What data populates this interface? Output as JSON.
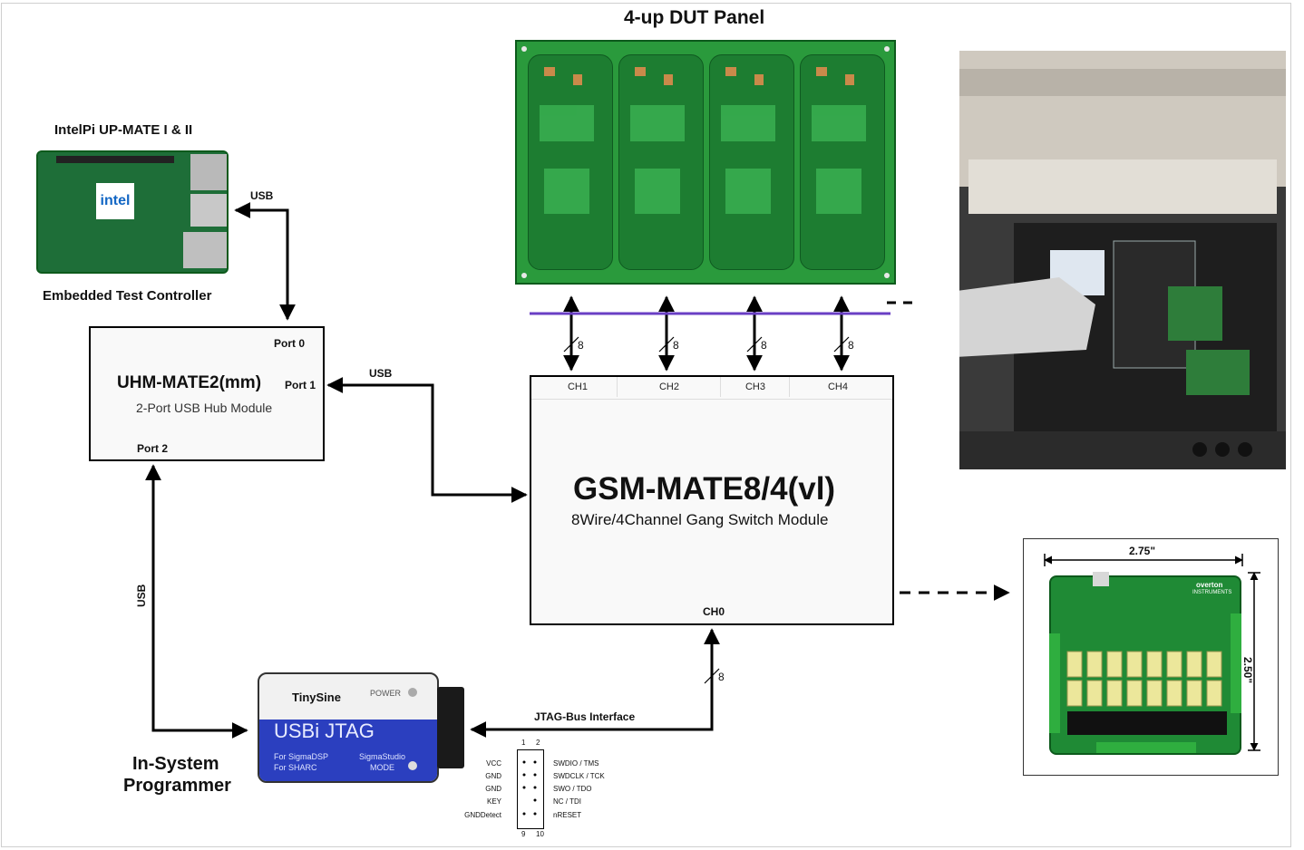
{
  "top_title": "4-up DUT Panel",
  "controller": {
    "title": "IntelPi UP-MATE I & II",
    "chip_label": "intel",
    "caption": "Embedded Test Controller"
  },
  "hub": {
    "name": "UHM-MATE2(mm)",
    "subtitle": "2-Port USB Hub Module",
    "port0": "Port 0",
    "port1": "Port 1",
    "port2": "Port 2"
  },
  "switch": {
    "name": "GSM-MATE8/4(vl)",
    "subtitle": "8Wire/4Channel Gang Switch Module",
    "channels": [
      "CH1",
      "CH2",
      "CH3",
      "CH4"
    ],
    "ch0": "CH0"
  },
  "bus_widths": {
    "ch1": "8",
    "ch2": "8",
    "ch3": "8",
    "ch4": "8",
    "ch0": "8"
  },
  "links": {
    "usb_controller": "USB",
    "usb_port1": "USB",
    "usb_port2": "USB",
    "jtag": "JTAG-Bus Interface"
  },
  "programmer": {
    "brand": "TinySine",
    "power": "POWER",
    "product": "USBi JTAG",
    "for_line1": "For SigmaDSP",
    "for_line2": "For SHARC",
    "studio": "SigmaStudio",
    "mode": "MODE",
    "caption_line1": "In-System",
    "caption_line2": "Programmer"
  },
  "pinout": {
    "top_numbers": [
      "1",
      "2"
    ],
    "bottom_numbers": [
      "9",
      "10"
    ],
    "left": [
      "VCC",
      "GND",
      "GND",
      "KEY",
      "GNDDetect"
    ],
    "right": [
      "SWDIO / TMS",
      "SWDCLK / TCK",
      "SWO / TDO",
      "NC / TDI",
      "nRESET"
    ]
  },
  "board": {
    "width_label": "2.75\"",
    "height_label": "2.50\"",
    "brand": "overton",
    "brand_sub": "INSTRUMENTS"
  },
  "colors": {
    "pcb_green": "#1f8a35",
    "bus_purple": "#6a3fc4",
    "programmer_blue": "#2b3fbf"
  }
}
